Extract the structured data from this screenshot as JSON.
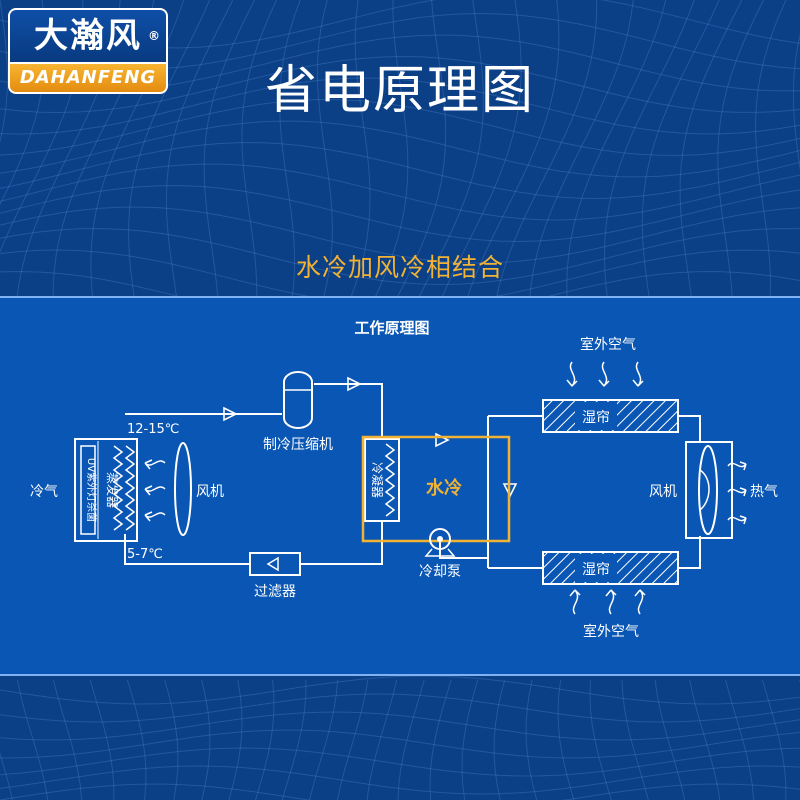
{
  "brand": {
    "name_cn": "大瀚风",
    "name_en": "DAHANFENG",
    "registered": "®"
  },
  "header": {
    "title": "省电原理图",
    "subtitle": "水冷加风冷相结合"
  },
  "diagram": {
    "title": "工作原理图",
    "left": {
      "cold_air": "冷气",
      "uv_lamp": "UV紫外灯杀菌",
      "evaporator": "蒸发器",
      "fan": "风机",
      "temp_high": "12-15℃",
      "temp_low": "5-7℃",
      "compressor": "制冷压缩机",
      "filter": "过滤器",
      "condenser": "冷凝器",
      "water_cooling": "水冷",
      "cooling_pump": "冷却泵"
    },
    "right": {
      "outdoor_air_top": "室外空气",
      "wet_curtain_top": "湿帘",
      "fan": "风机",
      "hot_air": "热气",
      "wet_curtain_bottom": "湿帘",
      "outdoor_air_bottom": "室外空气"
    }
  },
  "colors": {
    "background": "#0b3f86",
    "panel": "#0a56b4",
    "line": "#ffffff",
    "accent": "#f2b233"
  }
}
